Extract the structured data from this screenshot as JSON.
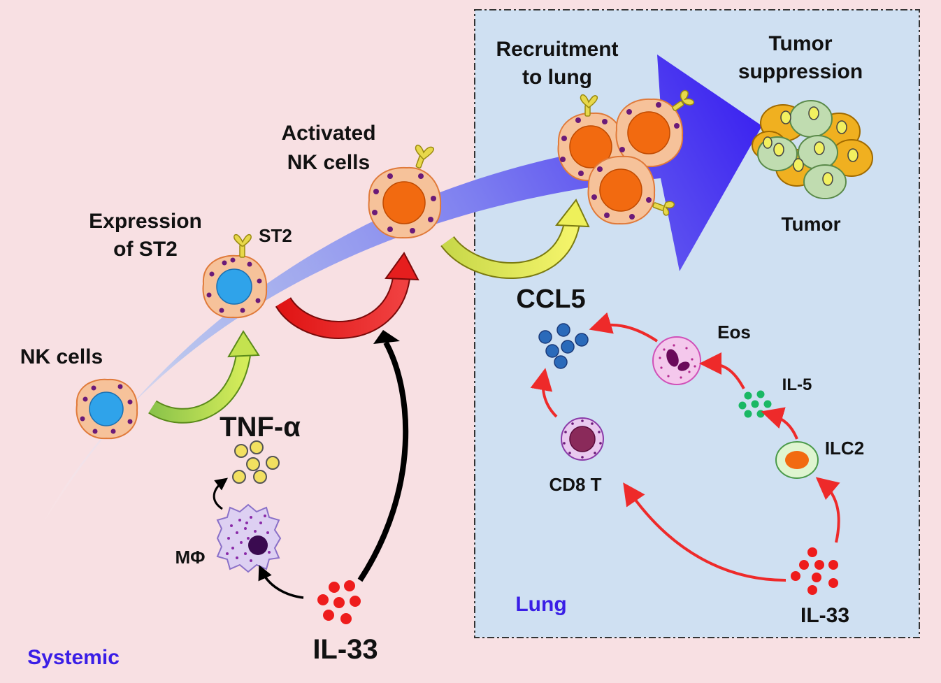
{
  "labels": {
    "recruitment_line1": "Recruitment",
    "recruitment_line2": "to lung",
    "tumor_suppression_line1": "Tumor",
    "tumor_suppression_line2": "suppression",
    "activated_line1": "Activated",
    "activated_line2": "NK cells",
    "expression_line1": "Expression",
    "expression_line2": "of ST2",
    "st2": "ST2",
    "nk_cells": "NK cells",
    "tnf": "TNF-α",
    "macrophage": "MΦ",
    "il33_systemic": "IL-33",
    "systemic": "Systemic",
    "tumor": "Tumor",
    "ccl5": "CCL5",
    "eos": "Eos",
    "il5": "IL-5",
    "ilc2": "ILC2",
    "cd8t": "CD8 T",
    "lung": "Lung",
    "il33_lung": "IL-33"
  },
  "colors": {
    "background": "#f8e0e3",
    "lung_panel": "#cfe0f2",
    "region_label": "#3a1ee6",
    "main_arrow": "#3b22f0",
    "red_arrow": "#ee2a2a",
    "nk_cell_fill": "#f6c29a",
    "nk_nucleus": "#2fa3ea",
    "activated_nucleus": "#f26a10",
    "granule": "#6b1a78"
  }
}
